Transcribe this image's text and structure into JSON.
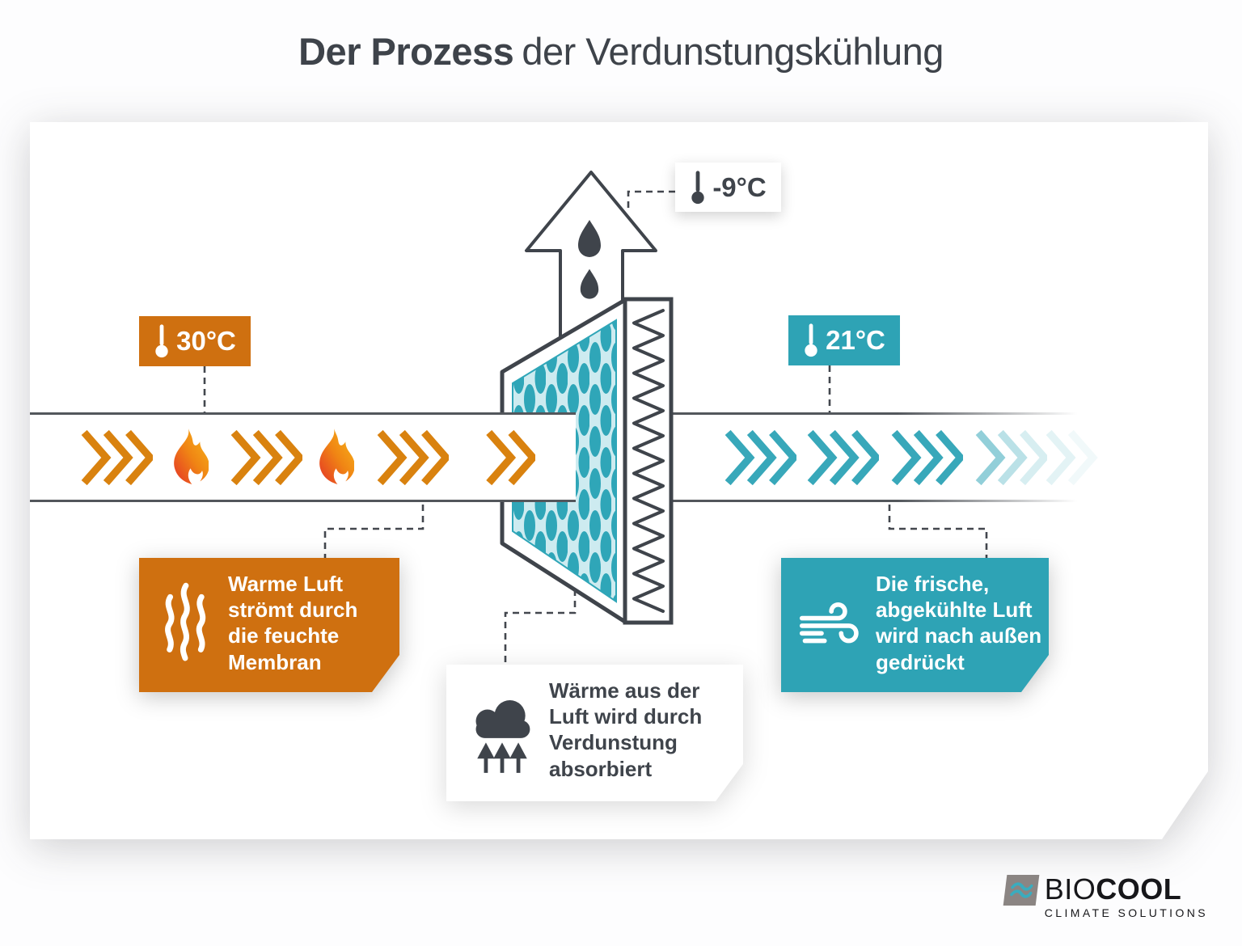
{
  "title": {
    "bold": "Der Prozess",
    "light": "der Verdunstungskühlung"
  },
  "badges": {
    "warm_in": {
      "value": "30°C"
    },
    "exhaust": {
      "value": "-9°C"
    },
    "cool_out": {
      "value": "21°C"
    }
  },
  "callouts": {
    "warm_air": {
      "text": "Warme Luft\nströmt durch\ndie feuchte\nMembran"
    },
    "heat_absorbed": {
      "text": "Wärme aus der\nLuft wird durch\nVerdunstung\nabsorbiert"
    },
    "fresh_air": {
      "text": "Die frische,\nabgekühlte Luft\nwird nach außen\ngedrückt"
    }
  },
  "logo": {
    "bio": "BIO",
    "cool": "COOL",
    "tagline": "CLIMATE SOLUTIONS"
  },
  "icons": [
    "thermometer-icon",
    "flame-icon",
    "water-drop-icon",
    "steam-icon",
    "cloud-icon",
    "up-arrows-icon",
    "wind-icon",
    "chevron-arrows-icon",
    "arrow-up-outline"
  ],
  "colors": {
    "orange": "#cf7010",
    "orange_arrow": "#d9820f",
    "teal": "#2ea3b5",
    "teal_arrow": "#38a8ba",
    "dark": "#3f444b",
    "mesh_teal": "#2fa6b8",
    "mesh_bg": "#cdebf0",
    "flame_gradient": [
      "#e43327",
      "#f08514",
      "#f8ba1a"
    ],
    "logo_gray": "#8b8583"
  }
}
